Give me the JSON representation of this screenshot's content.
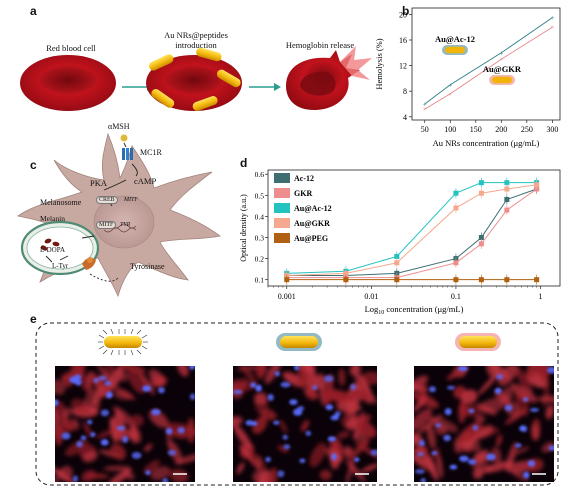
{
  "panel_a": {
    "letter": "a",
    "labels": [
      "Red blood cell",
      "Au NRs@peptides introduction",
      "Hemoglobin release"
    ]
  },
  "panel_b": {
    "letter": "b",
    "annotations": [
      "Au@Ac-12",
      "Au@GKR"
    ]
  },
  "panel_c": {
    "letter": "c",
    "labels": {
      "amsh": "αMSH",
      "mc1r": "MC1R",
      "pka": "PKA",
      "camp": "cAMP",
      "melanosome": "Melanosome",
      "creb": "CREB",
      "mitf_gene": "MITF",
      "mitf": "MITF",
      "tyr_gene": "TYR",
      "melanin": "Melanin",
      "ldopa": "L-DOPA",
      "ltyr": "L-Tyr",
      "tyrosinase": "Tyrosinase"
    }
  },
  "panel_d": {
    "letter": "d"
  },
  "panel_e": {
    "letter": "e"
  },
  "chart_data": [
    {
      "type": "line",
      "panel": "b",
      "xlabel": "Au NRs concentration (μg/mL)",
      "ylabel": "Hemolysis (%)",
      "xlim": [
        25,
        315
      ],
      "ylim": [
        3.5,
        21
      ],
      "xticks": [
        50,
        100,
        150,
        200,
        250,
        300
      ],
      "yticks": [
        4,
        8,
        12,
        16,
        20
      ],
      "series": [
        {
          "name": "Au@Ac-12",
          "color": "#2e7f86",
          "x": [
            50,
            100,
            200,
            300
          ],
          "y": [
            6.0,
            9.0,
            14.0,
            19.5
          ]
        },
        {
          "name": "Au@GKR",
          "color": "#e6858c",
          "x": [
            50,
            100,
            200,
            300
          ],
          "y": [
            5.2,
            7.6,
            13.0,
            18.0
          ]
        }
      ]
    },
    {
      "type": "line",
      "panel": "d",
      "xlabel": "Log10 concentration (μg/mL)",
      "xlabel_parts": [
        "Log",
        "10",
        " concentration (μg/mL)"
      ],
      "ylabel": "Optical density (a.u.)",
      "xscale": "log",
      "xlim": [
        0.0006,
        1.7
      ],
      "ylim": [
        0.07,
        0.62
      ],
      "xticks": [
        0.001,
        0.01,
        0.1,
        1
      ],
      "xtick_labels": [
        "0.001",
        "0.01",
        "0.1",
        "1"
      ],
      "yticks": [
        0.1,
        0.2,
        0.3,
        0.4,
        0.5,
        0.6
      ],
      "legend": "top-left",
      "series": [
        {
          "name": "Ac-12",
          "color": "#3d6f72",
          "marker": "square",
          "x": [
            0.001,
            0.005,
            0.02,
            0.1,
            0.2,
            0.4,
            0.9
          ],
          "y": [
            0.12,
            0.12,
            0.13,
            0.2,
            0.3,
            0.48,
            0.53
          ]
        },
        {
          "name": "GKR",
          "color": "#ee8d8d",
          "marker": "square",
          "x": [
            0.001,
            0.005,
            0.02,
            0.1,
            0.2,
            0.4,
            0.9
          ],
          "y": [
            0.11,
            0.11,
            0.11,
            0.18,
            0.27,
            0.43,
            0.53
          ]
        },
        {
          "name": "Au@Ac-12",
          "color": "#21c3c0",
          "marker": "square",
          "x": [
            0.001,
            0.005,
            0.02,
            0.1,
            0.2,
            0.4,
            0.9
          ],
          "y": [
            0.13,
            0.14,
            0.21,
            0.51,
            0.56,
            0.56,
            0.56
          ]
        },
        {
          "name": "Au@GKR",
          "color": "#f5a88e",
          "marker": "square",
          "x": [
            0.001,
            0.005,
            0.02,
            0.1,
            0.2,
            0.4,
            0.9
          ],
          "y": [
            0.12,
            0.13,
            0.18,
            0.44,
            0.51,
            0.53,
            0.55
          ]
        },
        {
          "name": "Au@PEG",
          "color": "#b06010",
          "marker": "square",
          "x": [
            0.001,
            0.005,
            0.02,
            0.1,
            0.2,
            0.4,
            0.9
          ],
          "y": [
            0.1,
            0.1,
            0.1,
            0.1,
            0.1,
            0.1,
            0.1
          ]
        }
      ]
    }
  ]
}
